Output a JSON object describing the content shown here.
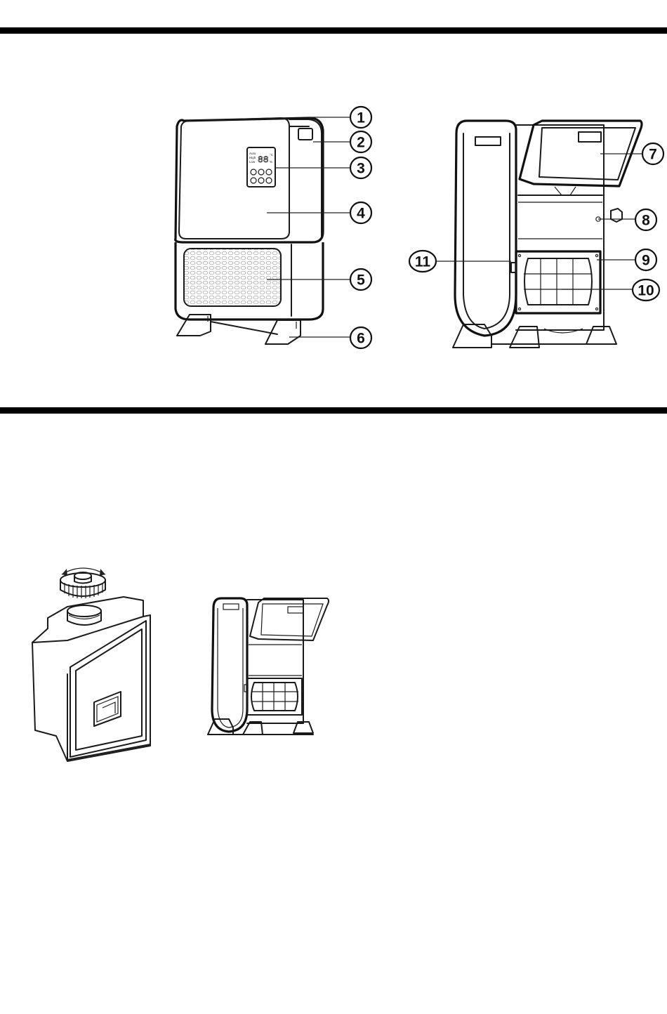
{
  "callouts": [
    {
      "num": "1",
      "part": "front-unit"
    },
    {
      "num": "2",
      "part": "handle"
    },
    {
      "num": "3",
      "part": "control-panel"
    },
    {
      "num": "4",
      "part": "front-panel"
    },
    {
      "num": "5",
      "part": "front-grille"
    },
    {
      "num": "6",
      "part": "feet"
    },
    {
      "num": "7",
      "part": "water-tank"
    },
    {
      "num": "8",
      "part": "drain-plug"
    },
    {
      "num": "9",
      "part": "filter-frame"
    },
    {
      "num": "10",
      "part": "filter"
    },
    {
      "num": "11",
      "part": "side-switch"
    }
  ],
  "control_panel": {
    "labels": [
      "Auto",
      "High",
      "Low"
    ],
    "digits": "88",
    "units": [
      "°C",
      "%"
    ]
  }
}
